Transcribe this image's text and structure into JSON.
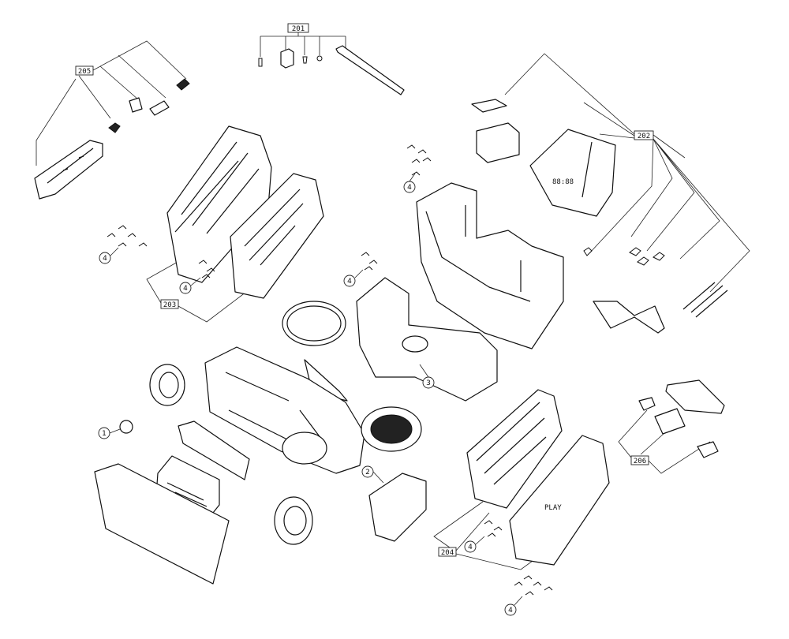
{
  "assembly_codes": {
    "c201": "201",
    "c202": "202",
    "c203": "203",
    "c204": "204",
    "c205": "205",
    "c206": "206"
  },
  "item_numbers": {
    "n1": "1",
    "n2": "2",
    "n3": "3",
    "n4": "4"
  },
  "screen_text": "88:88",
  "grille_text": "PLAY"
}
